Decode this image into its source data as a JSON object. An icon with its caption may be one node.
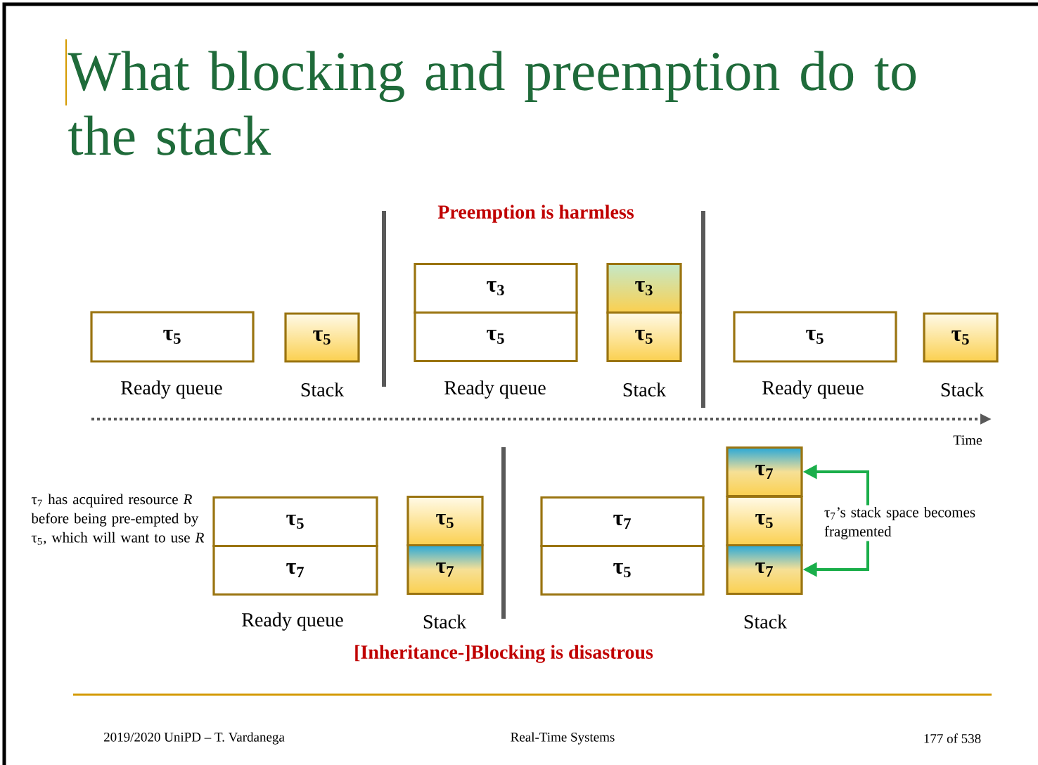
{
  "diagram": {
    "title": "What blocking and preemption do to the stack",
    "nodes": [
      {
        "text": [
          "τ$_{5}$"
        ]
      },
      {
        "text": [
          "τ$_{5}$"
        ]
      },
      {
        "text": [
          "τ$_{3}$"
        ]
      },
      {
        "text": [
          "τ$_{5}$"
        ]
      },
      {
        "text": [
          "τ$_{3}$"
        ]
      },
      {
        "text": [
          "τ$_{5}$"
        ]
      },
      {
        "text": [
          "τ$_{5}$"
        ]
      },
      {
        "text": [
          "τ$_{5}$"
        ]
      },
      {
        "text": [
          "τ$_{5}$"
        ]
      },
      {
        "text": [
          "τ$_{7}$"
        ]
      },
      {
        "text": [
          "τ$_{5}$"
        ]
      },
      {
        "text": [
          "τ$_{7}$"
        ]
      },
      {
        "text": [
          "τ$_{7}$"
        ]
      },
      {
        "text": [
          "τ$_{5}$"
        ]
      },
      {
        "text": [
          "τ$_{7}$"
        ]
      },
      {
        "text": [
          "τ$_{5}$"
        ]
      },
      {
        "text": [
          "τ$_{7}$"
        ]
      },
      {
        "text": [
          "τ$_{7}$’s stack space becomes fragmented"
        ]
      }
    ],
    "edges": [
      {
        "from": 17,
        "to": 14,
        "arrow": "to",
        "color": "#1aae4a"
      },
      {
        "from": 17,
        "to": 16,
        "arrow": "to",
        "color": "#1aae4a"
      }
    ],
    "labels": [
      "Preemption is harmless",
      "Ready queue",
      "Stack",
      "Ready queue",
      "Stack",
      "Ready queue",
      "Stack",
      "Time",
      "τ$_{7}$ has acquired resource *R* before being pre-empted by τ$_{5}$, which will want to use *R*",
      "Ready queue",
      "Stack",
      "Stack",
      "[Inheritance-]Blocking is disastrous",
      "2019/2020 UniPD – T. Vardanega",
      "Real-Time Systems",
      "177 of 538"
    ]
  }
}
